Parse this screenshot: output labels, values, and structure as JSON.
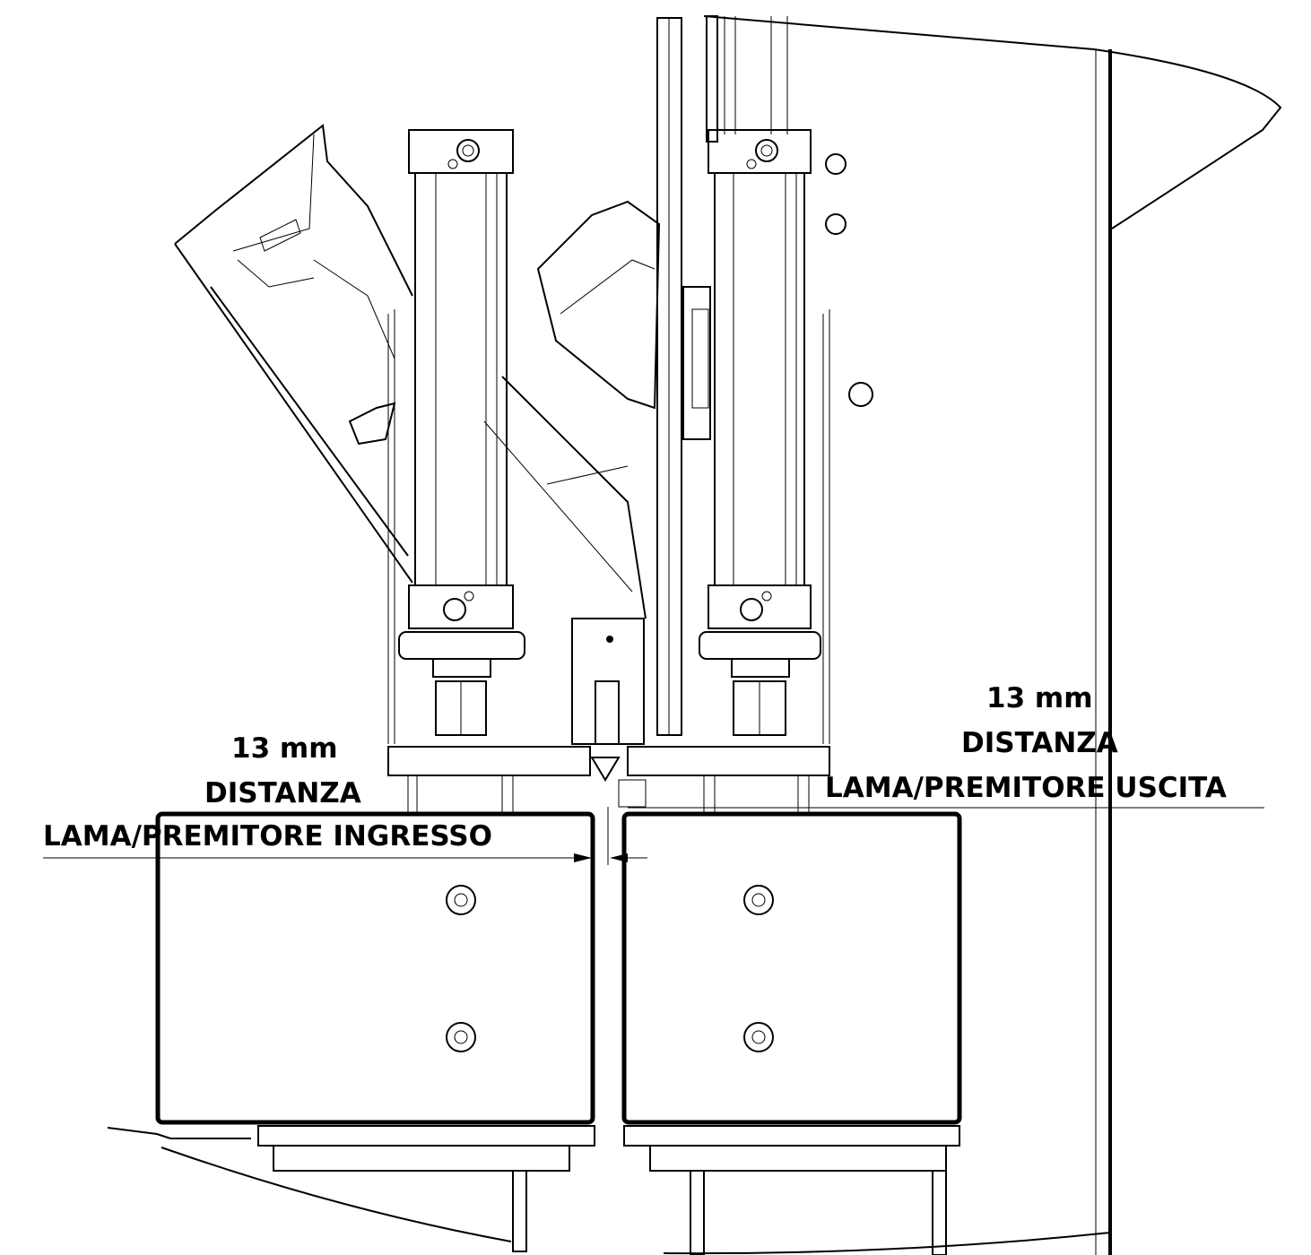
{
  "annotations": {
    "left": {
      "value": "13 mm",
      "title": "DISTANZA",
      "description": "LAMA/PREMITORE INGRESSO"
    },
    "right": {
      "value": "13 mm",
      "title": "DISTANZA",
      "description": "LAMA/PREMITORE USCITA"
    }
  }
}
